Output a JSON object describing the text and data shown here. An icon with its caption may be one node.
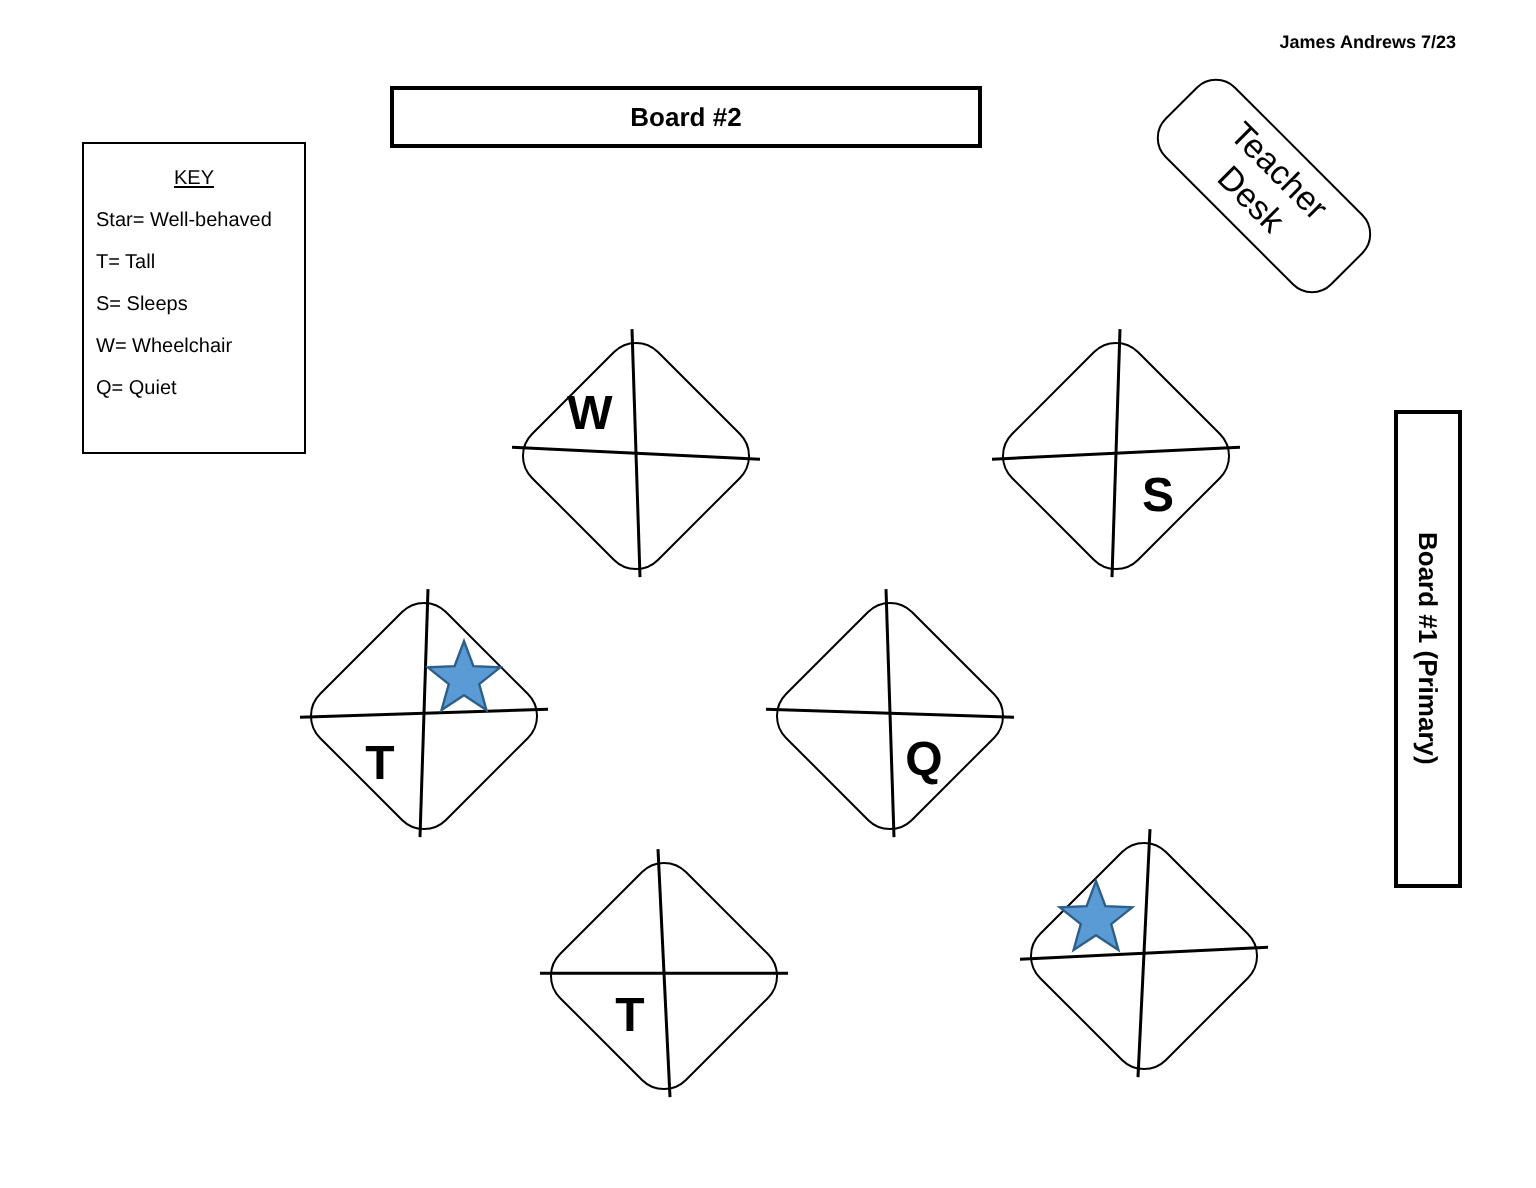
{
  "diagram": {
    "nodes": [
      {
        "text": [
          "Board #2"
        ]
      },
      {
        "text": [
          "Teacher Desk"
        ]
      },
      {
        "text": [
          "KEY",
          "Star= Well-behaved",
          "T= Tall",
          "S= Sleeps",
          "W= Wheelchair",
          "Q= Quiet"
        ]
      },
      {
        "text": [
          "W"
        ]
      },
      {
        "text": [
          "S"
        ]
      },
      {
        "text": [
          "Board #1 (Primary)"
        ]
      },
      {
        "text": [
          "T"
        ]
      },
      {
        "text": [],
        "shape": "star",
        "in": 6
      },
      {
        "text": [
          "Q"
        ]
      },
      {
        "text": [
          "T"
        ]
      },
      {
        "text": [],
        "shape": "diamond"
      },
      {
        "text": [],
        "shape": "star",
        "in": 10
      }
    ],
    "edges": [],
    "labels": [
      "James Andrews 7/23"
    ]
  }
}
